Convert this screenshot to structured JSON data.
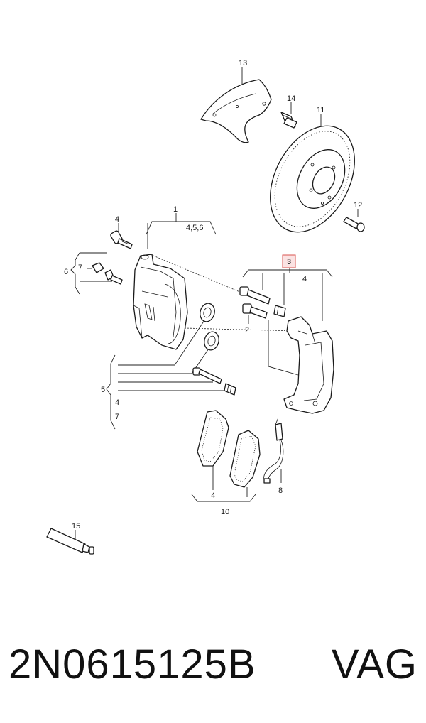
{
  "callouts": {
    "c1": "1",
    "c1_sub": "4,5,6",
    "c2": "2",
    "c3": "3",
    "c3_sub": "4",
    "c4a": "4",
    "c5": "5",
    "c5_sub1": "4",
    "c5_sub2": "7",
    "c6": "6",
    "c6_sub": "7",
    "c8": "8",
    "c10": "10",
    "c10_sub": "4",
    "c11": "11",
    "c12": "12",
    "c13": "13",
    "c14": "14",
    "c15": "15"
  },
  "highlight_color": "#d9534f",
  "footer": {
    "part_number": "2N0615125B",
    "brand": "VAG"
  }
}
